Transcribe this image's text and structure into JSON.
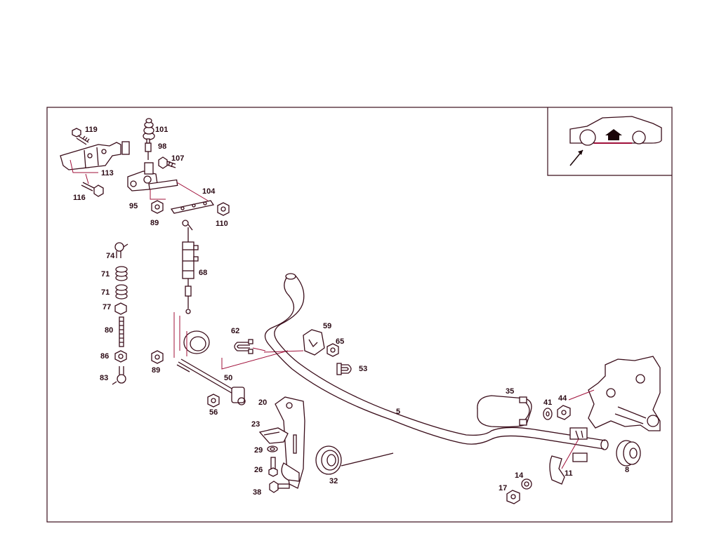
{
  "diagram": {
    "colors": {
      "line": "#3a0d1a",
      "leader": "#a0103a",
      "background": "#ffffff",
      "arrow_fill": "#1a0508"
    },
    "callouts": {
      "c119": "119",
      "c101": "101",
      "c98": "98",
      "c107": "107",
      "c113": "113",
      "c116": "116",
      "c95": "95",
      "c104": "104",
      "c89a": "89",
      "c110": "110",
      "c74": "74",
      "c71a": "71",
      "c71b": "71",
      "c77": "77",
      "c80": "80",
      "c86": "86",
      "c83": "83",
      "c68": "68",
      "c62": "62",
      "c59": "59",
      "c65": "65",
      "c89b": "89",
      "c53": "53",
      "c50": "50",
      "c56": "56",
      "c20": "20",
      "c23": "23",
      "c29": "29",
      "c26": "26",
      "c38": "38",
      "c32": "32",
      "c5": "5",
      "c35": "35",
      "c41": "41",
      "c44": "44",
      "c14": "14",
      "c17": "17",
      "c11": "11",
      "c8": "8"
    },
    "inset": {
      "icon": "car-front-axle-locator-icon"
    }
  }
}
